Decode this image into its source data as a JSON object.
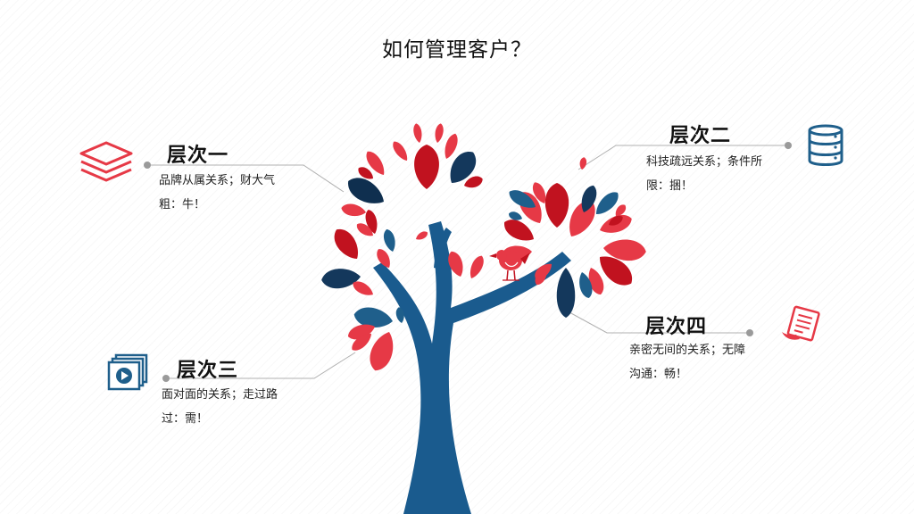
{
  "page": {
    "title": "如何管理客户？"
  },
  "colors": {
    "red": "#e63946",
    "red_dark": "#c1121f",
    "blue": "#1f5f8b",
    "navy": "#14385c",
    "trunk": "#1a5b8e",
    "connector": "#b0b0b0",
    "dot": "#9a9a9a"
  },
  "levels": [
    {
      "heading": "层次一",
      "description": "品牌从属关系；财大气粗：牛！",
      "icon": "layers-icon"
    },
    {
      "heading": "层次二",
      "description": "科技疏远关系；条件所限：捆！",
      "icon": "database-icon"
    },
    {
      "heading": "层次三",
      "description": "面对面的关系；走过路过：需！",
      "icon": "video-play-icon"
    },
    {
      "heading": "层次四",
      "description": "亲密无间的关系；无障沟通：畅！",
      "icon": "document-list-icon"
    }
  ]
}
